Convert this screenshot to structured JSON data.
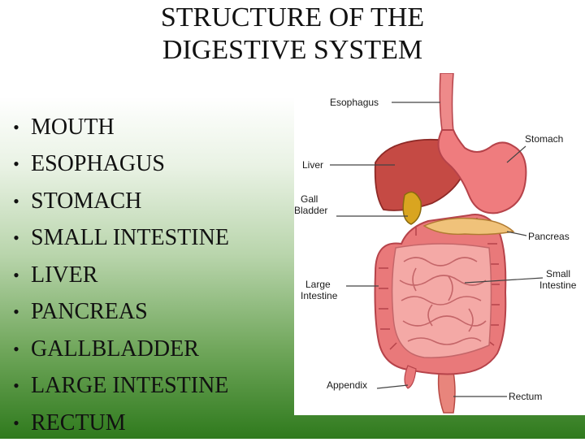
{
  "title": {
    "line1": "STRUCTURE OF THE",
    "line2": "DIGESTIVE SYSTEM"
  },
  "bullet_glyph": "•",
  "bullets": [
    "MOUTH",
    "ESOPHAGUS",
    "STOMACH",
    "SMALL INTESTINE",
    "LIVER",
    "PANCREAS",
    "GALLBLADDER",
    "LARGE INTESTINE",
    "RECTUM"
  ],
  "figure_labels": {
    "esophagus": "Esophagus",
    "stomach": "Stomach",
    "liver": "Liver",
    "gall": "Gall",
    "bladder": "Bladder",
    "pancreas": "Pancreas",
    "large": "Large",
    "intestine_left": "Intestine",
    "small": "Small",
    "intestine_right": "Intestine",
    "appendix": "Appendix",
    "rectum": "Rectum"
  }
}
